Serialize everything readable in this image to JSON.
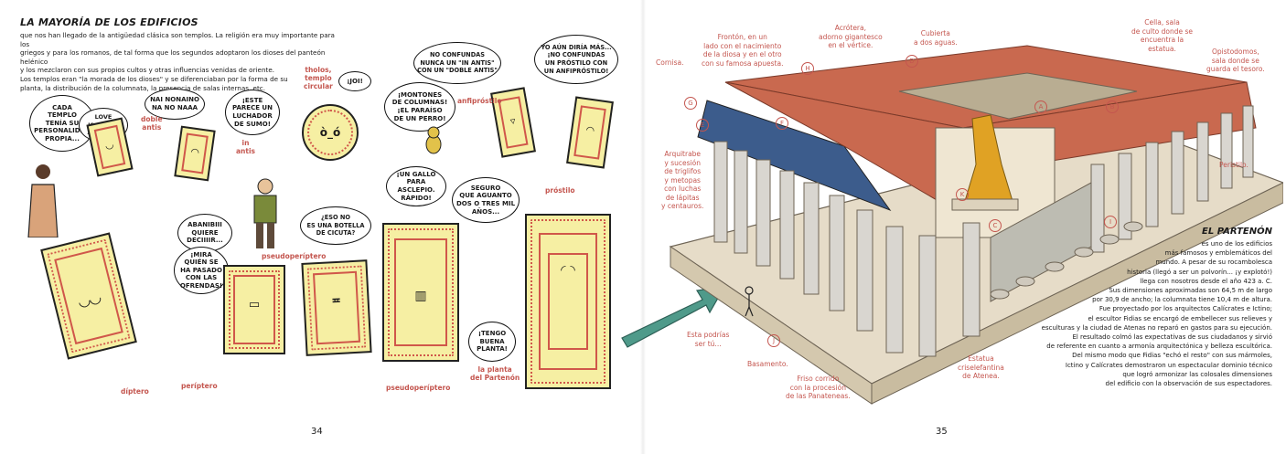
{
  "left_page": {
    "heading": "LA MAYORÍA DE LOS EDIFICIOS",
    "intro": "que nos han llegado de la antigüedad clásica son templos. La religión era muy importante para los\ngriegos y para los romanos, de tal forma que los segundos adoptaron los dioses del panteón helénico\ny los mezclaron con sus propios cultos y otras influencias venidas de oriente.\nLos templos eran \"la morada de los dioses\" y se diferenciaban por la forma de su\nplanta, la distribución de la columnata, la presencia de salas internas, etc.",
    "bubbles": [
      "CADA\nTEMPLO\nTENÍA SU\nPERSONALIDAD\nPROPIA...",
      "LOVE\nIS IN THE\nAAAAIR...",
      "NAI NONAINO\nNA NO NAAA",
      "¡ESTE\nPARECE UN\nLUCHADOR\nDE SUMO!",
      "¡JOI!",
      "¡MONTONES\nDE COLUMNAS!\n¡EL PARAÍSO\nDE UN PERRO!",
      "NO CONFUNDAS\nNUNCA UN \"IN ANTIS\"\nCON UN \"DOBLE ANTIS\"",
      "YO AÚN DIRÍA MÁS...\n¡NO CONFUNDAS\nUN PRÓSTILO CON\nUN ANFIPRÓSTILO!",
      "¡UN GALLO\nPARA ASCLEPIO.\nRÁPIDO!",
      "SEGURO\nQUE AGUANTO\nDOS O TRES MIL\nAÑOS...",
      "¿ESO NO\nES UNA BOTELLA\nDE CICUTA?",
      "ABANIBIII\nQUIERE\nDECIIIIR...",
      "¡MIRA\nQUIÉN SE\nHA PASADO\nCON LAS\nOFRENDAS!",
      "¡TENGO\nBUENA\nPLANTA!"
    ],
    "labels": {
      "doble_antis": "doble\nantis",
      "in_antis": "in\nantis",
      "tholos": "tholos,\ntemplo\ncircular",
      "anfiprostilo": "anfipróstilo",
      "prostilo": "próstilo",
      "pseudoperiptero_1": "pseudoperíptero",
      "pseudoperiptero_2": "pseudoperíptero",
      "diptero": "díptero",
      "periptero": "períptero",
      "planta_partenon": "la planta\ndel Partenón"
    },
    "page_number": "34"
  },
  "right_page": {
    "labels": {
      "cornisa": "Cornisa.",
      "fronton": "Frontón, en un\nlado con el nacimiento\nde la diosa y en el otro\ncon su famosa apuesta.",
      "acrotera": "Acrótera,\nadorno gigantesco\nen el vértice.",
      "cubierta": "Cubierta\na dos aguas.",
      "cella": "Cella, sala\nde culto donde se\nencuentra la\nestatua.",
      "opistodomos": "Opistodomos,\nsala donde se\nguarda el tesoro.",
      "arquitrabe": "Arquitrabe\ny sucesión\nde triglifos\ny metopas\ncon luchas\nde lápitas\ny centauros.",
      "peristilo": "Peristilo.",
      "esta_podrias": "Esta podrías\nser tú...",
      "basamento": "Basamento.",
      "friso": "Friso corrido\ncon la procesión\nde las Panateneas.",
      "estatua": "Estatua\ncriselefantina\nde Atenea."
    },
    "markers": [
      "A",
      "B",
      "C",
      "D",
      "E",
      "F",
      "G",
      "H",
      "I",
      "J",
      "K"
    ],
    "parthenon_title": "EL PARTENÓN",
    "parthenon_text": "es uno de los edificios\nmás famosos y emblemáticos del\nmundo. A pesar de su rocambolesca\nhistoria (llegó a ser un polvorín... ¡y explotó!)\nllega con nosotros desde el año 423 a. C.\nSus dimensiones aproximadas son 64,5 m de largo\npor 30,9 de ancho; la columnata tiene 10,4 m de altura.\nFue proyectado por los arquitectos Calícrates e Ictino;\nel escultor Fidias se encargó de embellecer sus relieves y\nesculturas y la ciudad de Atenas no reparó en gastos para su ejecución.\nEl resultado colmó las expectativas de sus ciudadanos y sirvió\nde referente en cuanto a armonía arquitectónica y belleza escultórica.\nDel mismo modo que Fidias \"echó el resto\" con sus mármoles,\nIctino y Calícrates demostraron un espectacular dominio técnico\nque logró armonizar las colosales dimensiones\ndel edificio con la observación de sus espectadores.",
    "page_number": "35"
  },
  "colors": {
    "label_red": "#c4564f",
    "plan_yellow": "#f6efa3",
    "roof": "#c9694f",
    "stone": "#e6dcc8",
    "arrow_teal": "#4f9a8a"
  }
}
